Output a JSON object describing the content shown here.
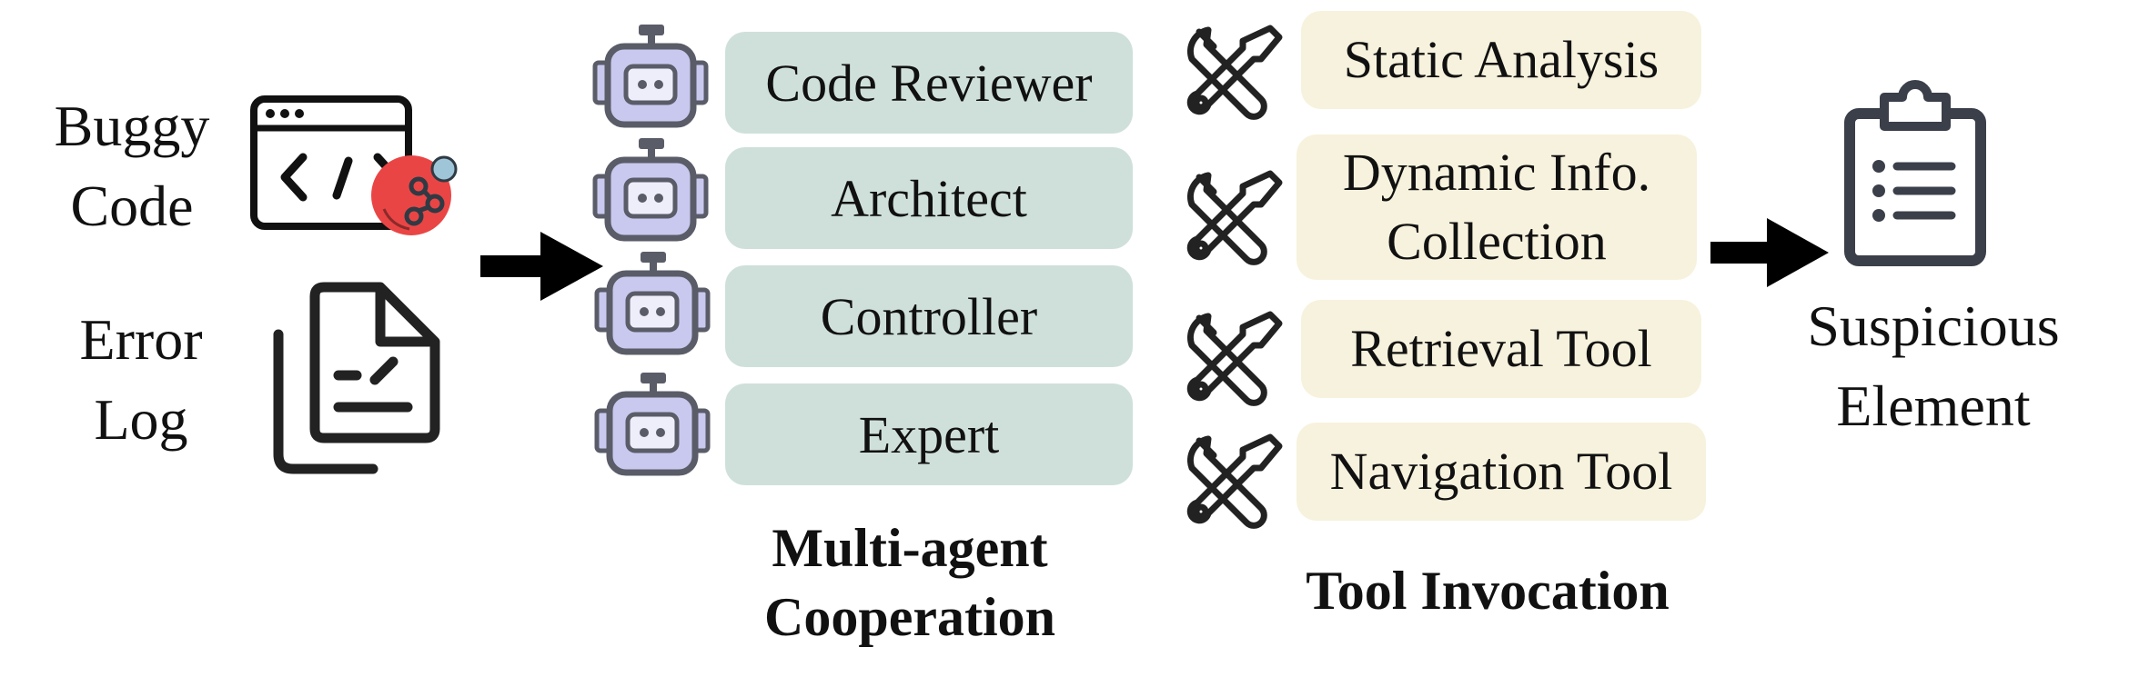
{
  "inputs": {
    "code_line1": "Buggy",
    "code_line2": "Code",
    "log_line1": "Error",
    "log_line2": "Log"
  },
  "agents": [
    "Code Reviewer",
    "Architect",
    "Controller",
    "Expert"
  ],
  "agents_caption_line1": "Multi-agent",
  "agents_caption_line2": "Cooperation",
  "tools": [
    "Static Analysis",
    "Dynamic Info.",
    "Collection",
    "Retrieval Tool",
    "Navigation Tool"
  ],
  "tools_caption": "Tool Invocation",
  "output_line1": "Suspicious",
  "output_line2": "Element",
  "colors": {
    "agent_box": "#cfe0da",
    "tool_box": "#f7f2dd",
    "robot_fill": "#c9c9ef",
    "robot_stroke": "#5a5c68",
    "bug_red": "#ea4545",
    "icon_dark": "#222222"
  }
}
